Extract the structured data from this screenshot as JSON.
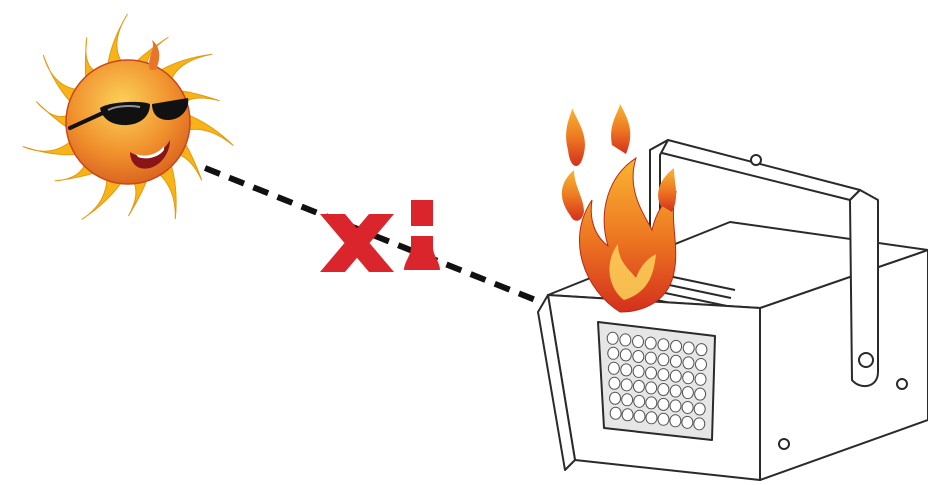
{
  "diagram": {
    "type": "safety-warning-illustration",
    "elements": [
      {
        "role": "sun-with-sunglasses",
        "icon": "sun-icon"
      },
      {
        "role": "dashed-sunlight-path",
        "icon": "dashed-line"
      },
      {
        "role": "prohibition-mark",
        "icon": "cross-icon"
      },
      {
        "role": "exclamation-mark",
        "icon": "exclamation-icon"
      },
      {
        "role": "flame",
        "icon": "flame-icon"
      },
      {
        "role": "strobe-light-device",
        "icon": "strobe-light-icon"
      }
    ]
  },
  "colors": {
    "warning_red": "#d9252b",
    "sun_yellow": "#f7b317",
    "sun_orange": "#e8742a",
    "flame_orange": "#f08a1d",
    "flame_red": "#d8321e",
    "outline": "#2a2a2a",
    "device_fill": "#ffffff"
  },
  "led_grid": {
    "rows": 6,
    "cols": 8
  }
}
